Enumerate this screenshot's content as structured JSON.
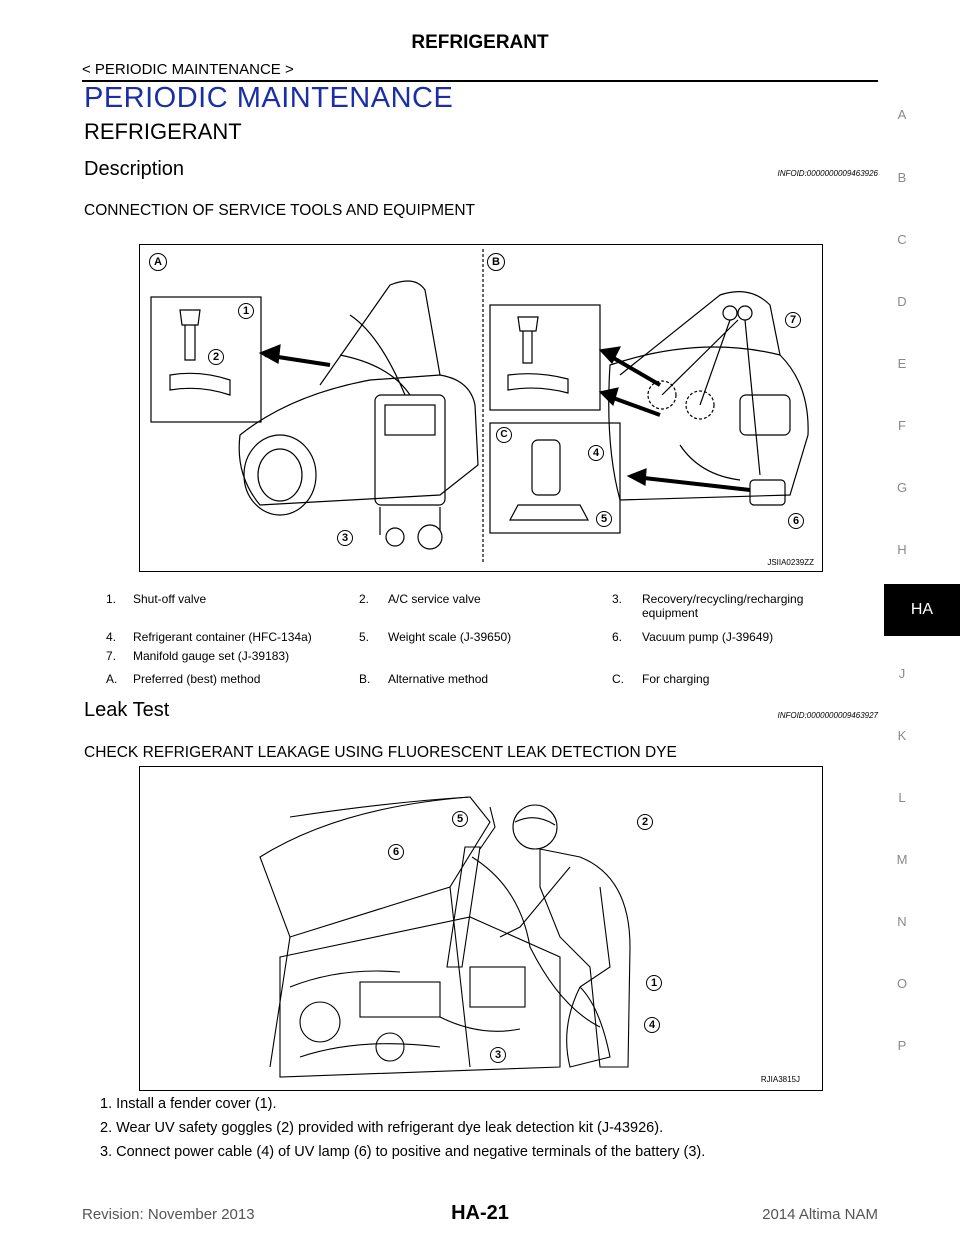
{
  "header": {
    "title": "REFRIGERANT",
    "breadcrumb": "< PERIODIC MAINTENANCE >"
  },
  "section": {
    "chapter": "PERIODIC MAINTENANCE",
    "title": "REFRIGERANT"
  },
  "description": {
    "heading": "Description",
    "infoid": "INFOID:0000000009463926",
    "subheading": "CONNECTION OF SERVICE TOOLS AND EQUIPMENT",
    "figure_id": "JSIIA0239ZZ",
    "panel_labels": [
      "A",
      "B",
      "C"
    ],
    "callouts": [
      "1",
      "2",
      "3",
      "4",
      "5",
      "6",
      "7"
    ],
    "legend": [
      {
        "num": "1.",
        "text": "Shut-off valve"
      },
      {
        "num": "2.",
        "text": "A/C service valve"
      },
      {
        "num": "3.",
        "text": "Recovery/recycling/recharging equipment"
      },
      {
        "num": "4.",
        "text": "Refrigerant container (HFC-134a)"
      },
      {
        "num": "5.",
        "text": "Weight scale (J-39650)"
      },
      {
        "num": "6.",
        "text": "Vacuum pump (J-39649)"
      },
      {
        "num": "7.",
        "text": "Manifold gauge set (J-39183)"
      },
      {
        "num": "A.",
        "text": "Preferred (best) method"
      },
      {
        "num": "B.",
        "text": "Alternative method"
      },
      {
        "num": "C.",
        "text": "For charging"
      }
    ]
  },
  "leak_test": {
    "heading": "Leak Test",
    "infoid": "INFOID:0000000009463927",
    "subheading": "CHECK REFRIGERANT LEAKAGE USING FLUORESCENT LEAK DETECTION DYE",
    "figure_id": "RJIA3815J",
    "callouts": [
      "1",
      "2",
      "3",
      "4",
      "5",
      "6"
    ],
    "steps": [
      "1. Install a fender cover (1).",
      "2. Wear UV safety goggles (2) provided with refrigerant dye leak detection kit (J-43926).",
      "3. Connect power cable (4) of UV lamp (6) to positive and negative terminals of the battery (3)."
    ]
  },
  "side_index": [
    "A",
    "B",
    "C",
    "D",
    "E",
    "F",
    "G",
    "H",
    "HA",
    "J",
    "K",
    "L",
    "M",
    "N",
    "O",
    "P"
  ],
  "footer": {
    "revision": "Revision: November 2013",
    "page": "HA-21",
    "model": "2014 Altima NAM"
  }
}
